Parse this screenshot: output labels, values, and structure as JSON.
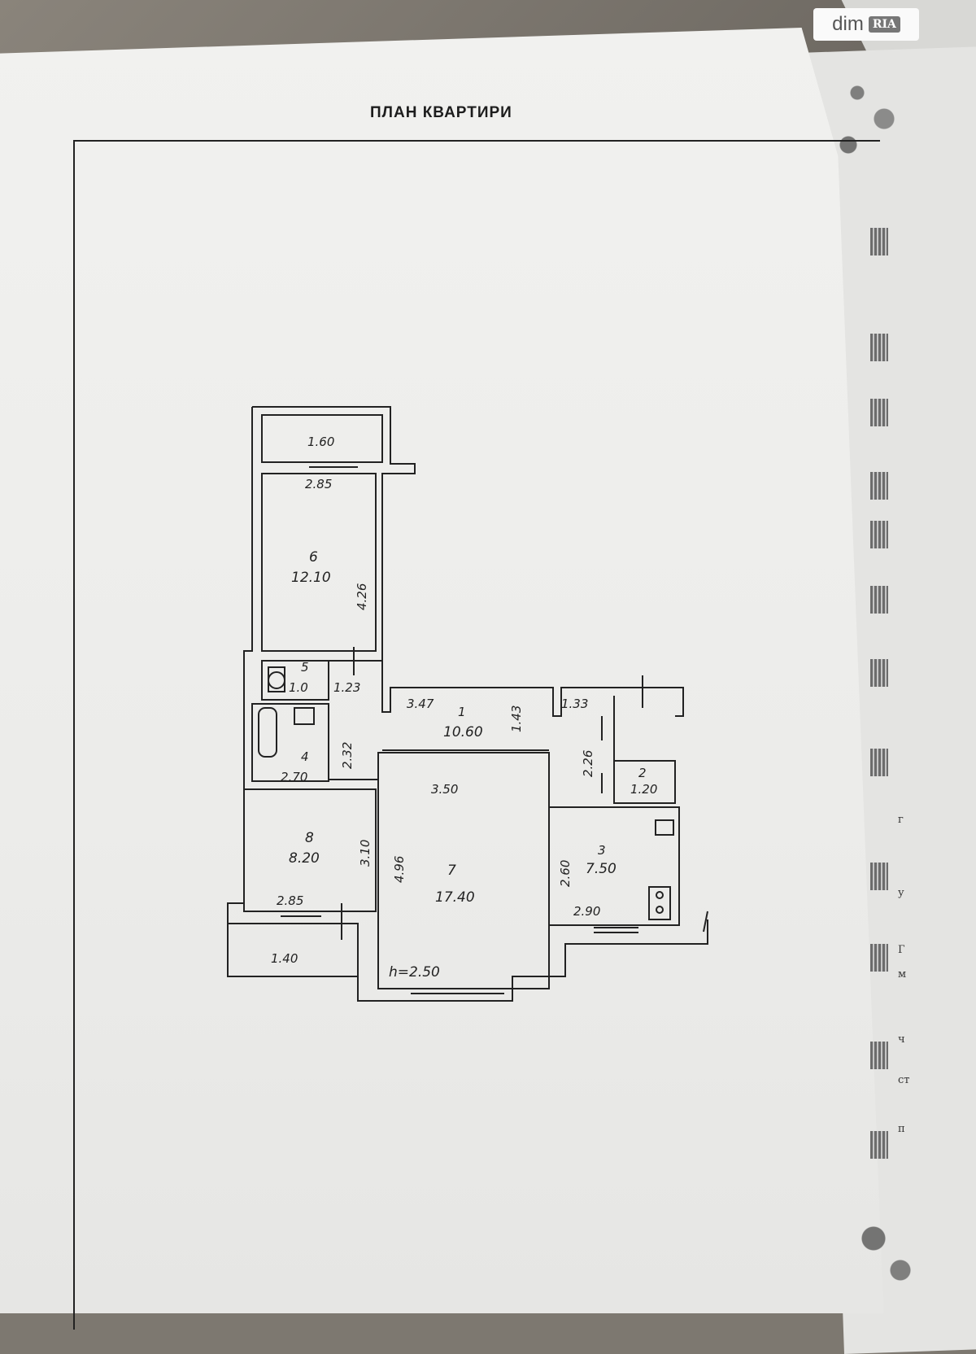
{
  "document": {
    "title": "ПЛАН КВАРТИРИ",
    "watermark": {
      "text": "dim",
      "badge": "RIA"
    },
    "ceiling_height": "h=2.50"
  },
  "rooms": [
    {
      "id": "balcony-top",
      "area": "1.60"
    },
    {
      "id": "room-6",
      "number": "6",
      "area": "12.10"
    },
    {
      "id": "room-5",
      "number": "5",
      "area": "1.0"
    },
    {
      "id": "room-4",
      "number": "4"
    },
    {
      "id": "room-1",
      "number": "1",
      "area": "10.60"
    },
    {
      "id": "room-2",
      "number": "2"
    },
    {
      "id": "room-8",
      "number": "8",
      "area": "8.20"
    },
    {
      "id": "room-7",
      "number": "7",
      "area": "17.40"
    },
    {
      "id": "room-3",
      "number": "3",
      "area": "7.50"
    },
    {
      "id": "balcony-bottom",
      "area": "1.40"
    }
  ],
  "dimensions": {
    "room6_width": "2.85",
    "room6_length": "4.26",
    "room5_width": "1.23",
    "room1_length": "3.47",
    "room1_width": "1.43",
    "corridor_width": "1.33",
    "room4_length": "2.32",
    "room4_width": "2.70",
    "room2_length": "2.26",
    "room2_width": "1.20",
    "room7_width": "3.50",
    "room7_length": "4.96",
    "room8_length": "3.10",
    "room8_width": "2.85",
    "room3_length": "2.60",
    "room3_width": "2.90"
  },
  "side_letters": [
    "г",
    "у",
    "Г",
    "м",
    "ч",
    "ст",
    "п"
  ]
}
